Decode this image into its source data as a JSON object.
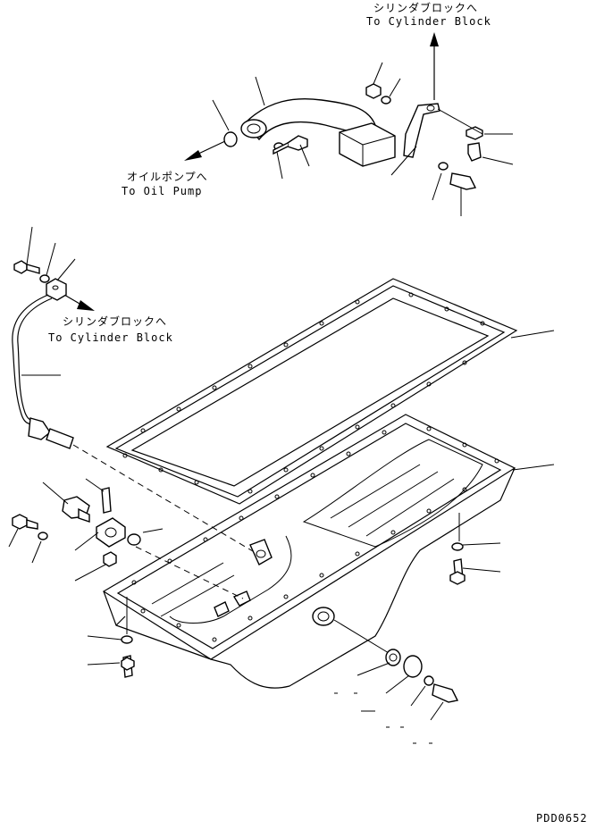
{
  "labels": {
    "top_jp": "シリンダブロックへ",
    "top_en": "To Cylinder Block",
    "pump_jp": "オイルポンプへ",
    "pump_en": "To Oil Pump",
    "mid_jp": "シリンダブロックへ",
    "mid_en": "To Cylinder Block"
  },
  "drawing_code": "PDD0652"
}
